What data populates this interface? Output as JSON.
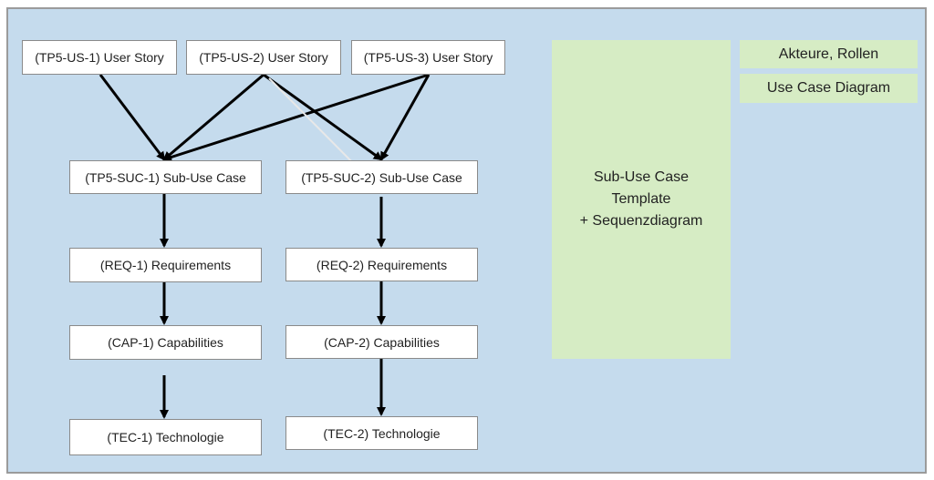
{
  "colors": {
    "background": "#c5dbed",
    "box_fill": "#ffffff",
    "note_fill": "#d6ecc4",
    "arrow": "#000000",
    "highlight_line": "#e8e8e8"
  },
  "user_stories": [
    {
      "label": "(TP5-US-1) User Story"
    },
    {
      "label": "(TP5-US-2) User Story"
    },
    {
      "label": "(TP5-US-3) User Story"
    }
  ],
  "column1": {
    "sub_use_case": "(TP5-SUC-1) Sub-Use Case",
    "requirements": "(REQ-1) Requirements",
    "capabilities": "(CAP-1) Capabilities",
    "technologie": "(TEC-1) Technologie"
  },
  "column2": {
    "sub_use_case": "(TP5-SUC-2) Sub-Use Case",
    "requirements": "(REQ-2) Requirements",
    "capabilities": "(CAP-2) Capabilities",
    "technologie": "(TEC-2) Technologie"
  },
  "notes": {
    "template_line1": "Sub-Use Case",
    "template_line2": "Template",
    "template_line3": "+ Sequenzdiagram",
    "actors": "Akteure, Rollen",
    "use_case_diagram": "Use Case Diagram"
  },
  "edges": [
    {
      "from": "TP5-US-1",
      "to": "TP5-SUC-1"
    },
    {
      "from": "TP5-US-2",
      "to": "TP5-SUC-1"
    },
    {
      "from": "TP5-US-2",
      "to": "TP5-SUC-2"
    },
    {
      "from": "TP5-US-3",
      "to": "TP5-SUC-1"
    },
    {
      "from": "TP5-US-3",
      "to": "TP5-SUC-2"
    },
    {
      "from": "TP5-SUC-1",
      "to": "REQ-1"
    },
    {
      "from": "REQ-1",
      "to": "CAP-1"
    },
    {
      "from": "CAP-1",
      "to": "TEC-1"
    },
    {
      "from": "TP5-SUC-2",
      "to": "REQ-2"
    },
    {
      "from": "REQ-2",
      "to": "CAP-2"
    },
    {
      "from": "CAP-2",
      "to": "TEC-2"
    }
  ]
}
